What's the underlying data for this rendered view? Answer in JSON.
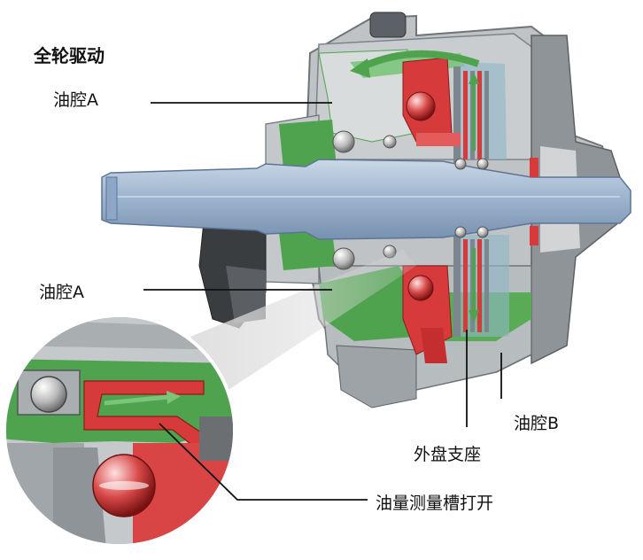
{
  "title": "全轮驱动",
  "labels": {
    "oil_chamber_a_top": "油腔A",
    "oil_chamber_a_mid": "油腔A",
    "oil_chamber_b": "油腔B",
    "outer_plate_carrier": "外盘支座",
    "oil_measuring_groove": "油量测量槽打开"
  },
  "colors": {
    "housing": "#bfc3c5",
    "housing_dark": "#8e9498",
    "shaft": "#8ea7c7",
    "shaft_light": "#b4c7dc",
    "oil": "#4fa34f",
    "oil_light": "#7cc47a",
    "piston_red": "#d63a3a",
    "ball": "#d9d9d9",
    "dark_part": "#3a3d40",
    "leader": "#111111"
  }
}
